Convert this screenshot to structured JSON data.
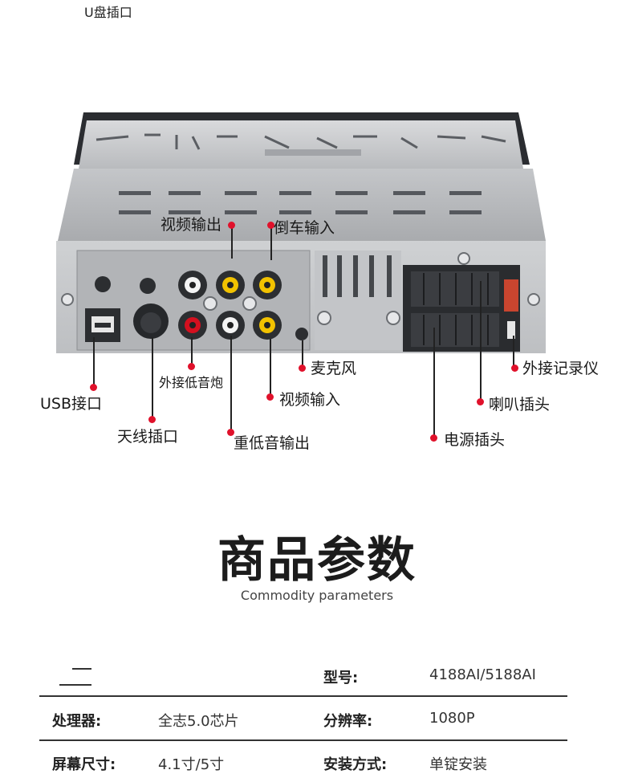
{
  "top_label": "U盘插口",
  "callouts": {
    "video_out": "视频输出",
    "reverse_in": "倒车输入",
    "mic": "麦克风",
    "external_recorder": "外接记录仪",
    "external_subwoofer": "外接低音炮",
    "video_in": "视频输入",
    "usb_port": "USB接口",
    "speaker_plug": "喇叭插头",
    "antenna_port": "天线插口",
    "subwoofer_out": "重低音输出",
    "power_plug": "电源插头"
  },
  "section": {
    "title": "商品参数",
    "subtitle": "Commodity parameters"
  },
  "params": {
    "row1": {
      "key2": "型号:",
      "val2": "4188AI/5188AI"
    },
    "row2": {
      "key1": "处理器:",
      "val1": "全志5.0芯片",
      "key2": "分辨率:",
      "val2": "1080P"
    },
    "row3": {
      "key1": "屏幕尺寸:",
      "val1": "4.1寸/5寸",
      "key2": "安装方式:",
      "val2": "单锭安装"
    }
  },
  "colors": {
    "callout_dot": "#e0112b",
    "rca_yellow": "#f2c200",
    "rca_red": "#d4101f"
  }
}
